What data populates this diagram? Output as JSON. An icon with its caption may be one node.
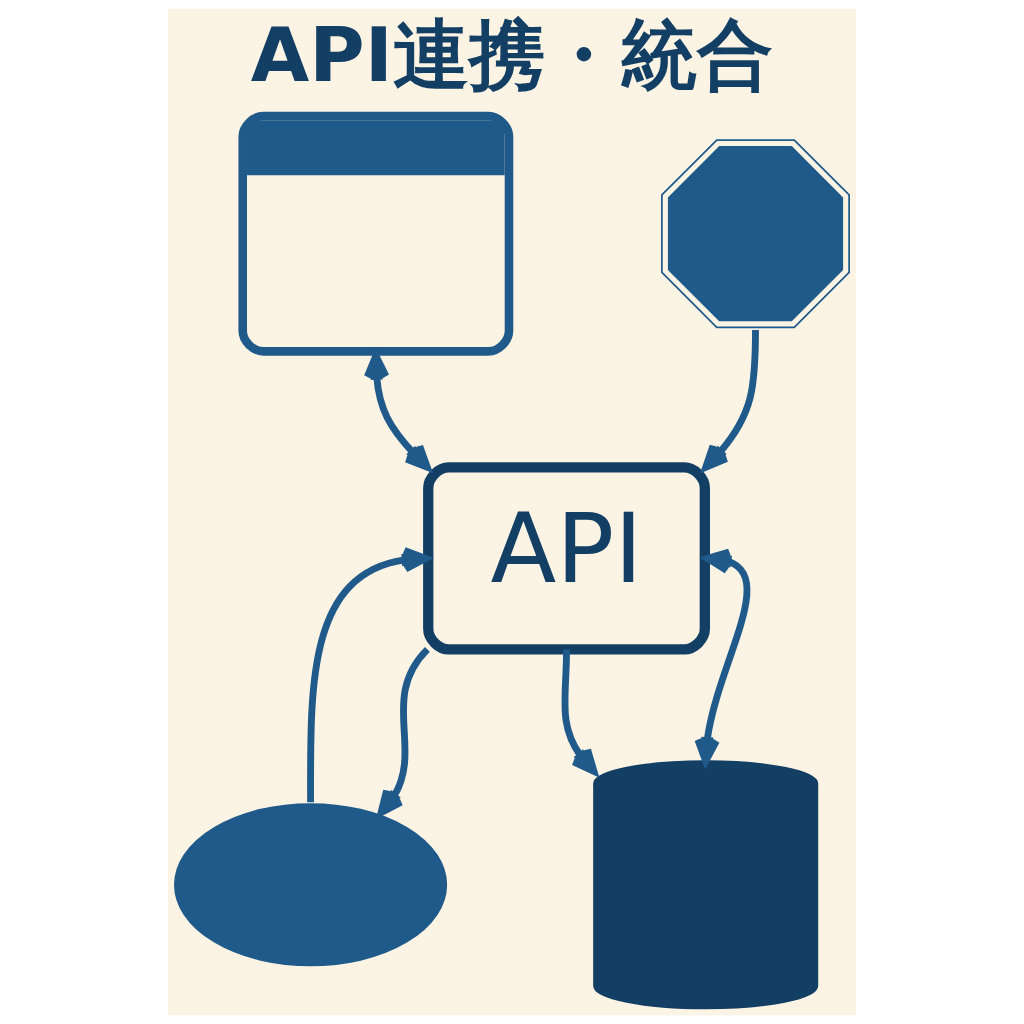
{
  "diagram": {
    "title": "API連携・統合",
    "nodes": [
      {
        "text": [],
        "shape": "window"
      },
      {
        "text": [],
        "shape": "gear"
      },
      {
        "text": [
          "API"
        ]
      },
      {
        "text": [],
        "shape": "cloud"
      },
      {
        "text": [],
        "shape": "cylinder"
      }
    ],
    "edges": [
      {
        "from": 0,
        "to": 2,
        "arrow": "both"
      },
      {
        "from": 1,
        "to": 2,
        "arrow": "to"
      },
      {
        "from": 3,
        "to": 2,
        "arrow": "to"
      },
      {
        "from": 2,
        "to": 4,
        "arrow": "both"
      },
      {
        "from": 2,
        "to": 3,
        "arrow": "to"
      },
      {
        "from": 2,
        "to": 4,
        "arrow": "to"
      }
    ]
  }
}
